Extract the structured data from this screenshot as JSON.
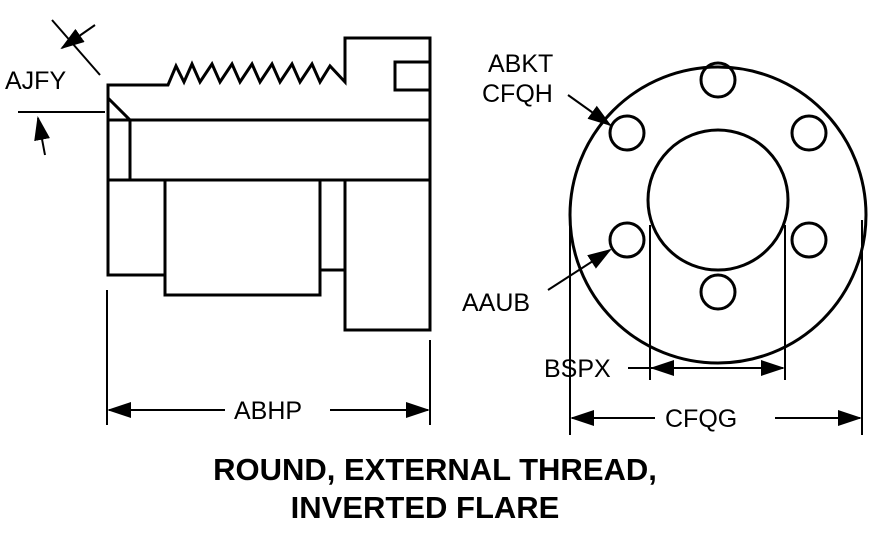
{
  "labels": {
    "ajfy": "AJFY",
    "abkt": "ABKT",
    "cfqh": "CFQH",
    "aaub": "AAUB",
    "bspx": "BSPX",
    "abhp": "ABHP",
    "cfqg": "CFQG"
  },
  "title": {
    "line1": "ROUND, EXTERNAL THREAD,",
    "line2": "INVERTED FLARE"
  }
}
